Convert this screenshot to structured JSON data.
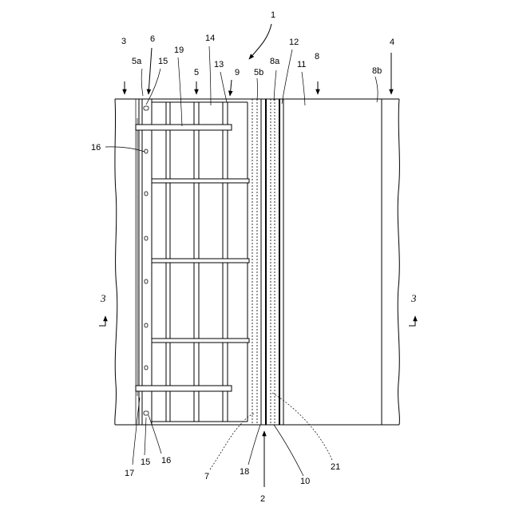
{
  "labels": {
    "l1": "1",
    "l2": "2",
    "l3": "3",
    "l4": "4",
    "l5": "5",
    "l5a": "5a",
    "l5b": "5b",
    "l6": "6",
    "l7": "7",
    "l8": "8",
    "l8a": "8a",
    "l8b": "8b",
    "l9": "9",
    "l10": "10",
    "l11": "11",
    "l12": "12",
    "l13": "13",
    "l14": "14",
    "l15a": "15",
    "l15b": "15",
    "l16a": "16",
    "l16b": "16",
    "l17": "17",
    "l18": "18",
    "l19": "19",
    "l21": "21",
    "section_left": "3",
    "section_right": "3"
  }
}
